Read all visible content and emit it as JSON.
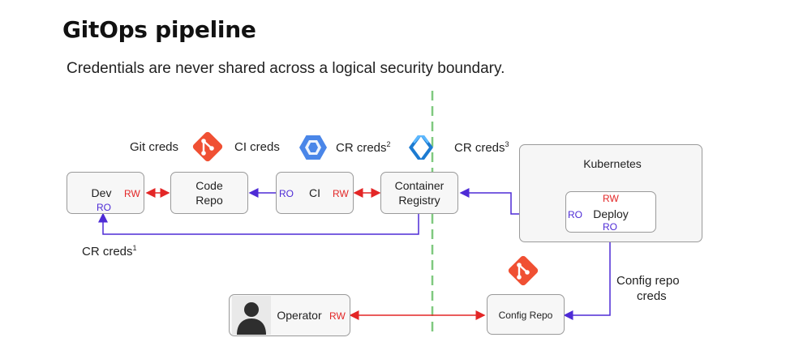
{
  "title": "GitOps pipeline",
  "subtitle": "Credentials are never shared across a logical security boundary.",
  "colors": {
    "rw": "#e32626",
    "ro": "#4e2bd6",
    "git": "#f05033",
    "boundary": "#7fc97f"
  },
  "labels": {
    "git_creds": "Git creds",
    "ci_creds": "CI creds",
    "cr_creds_2": "CR creds",
    "cr_creds_2_sup": "2",
    "cr_creds_3": "CR creds",
    "cr_creds_3_sup": "3",
    "cr_creds_1": "CR creds",
    "cr_creds_1_sup": "1",
    "config_repo_creds_line1": "Config repo",
    "config_repo_creds_line2": "creds"
  },
  "nodes": {
    "dev": {
      "label": "Dev",
      "rw": "RW",
      "ro": "RO"
    },
    "code_repo": {
      "line1": "Code",
      "line2": "Repo"
    },
    "ci": {
      "label": "CI",
      "ro": "RO",
      "rw": "RW"
    },
    "container_registry": {
      "line1": "Container",
      "line2": "Registry"
    },
    "kubernetes": {
      "label": "Kubernetes"
    },
    "deploy": {
      "label": "Deploy",
      "rw": "RW",
      "ro_left": "RO",
      "ro_bottom": "RO"
    },
    "operator": {
      "label": "Operator",
      "rw": "RW"
    },
    "config_repo": {
      "label": "Config Repo"
    }
  },
  "icons": [
    "git-icon",
    "gcp-cloud-build-icon",
    "kubernetes-registry-icon",
    "operator-avatar-icon"
  ]
}
